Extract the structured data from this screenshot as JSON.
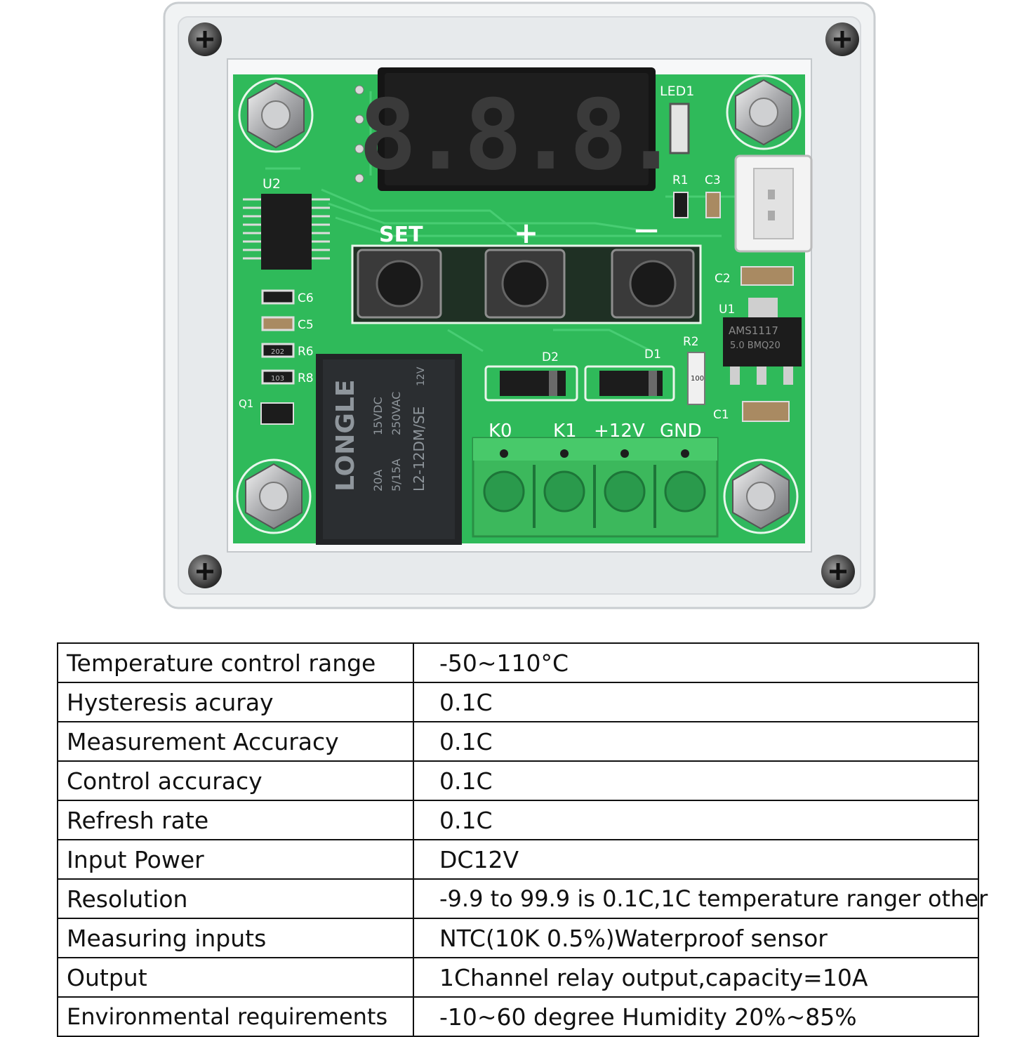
{
  "board": {
    "display_digits": "8.8.8.",
    "silkscreen": {
      "led": "LED1",
      "u2": "U2",
      "set": "SET",
      "plus": "+",
      "minus": "—",
      "c6": "C6",
      "c5": "C5",
      "r6": "R6",
      "r8": "R8",
      "q1": "Q1",
      "d2": "D2",
      "d1": "D1",
      "r2": "R2",
      "r1": "R1",
      "c3": "C3",
      "c2": "C2",
      "c1": "C1",
      "u1": "U1",
      "regulator": "AMS1117",
      "regulator_sub": "5.0 BMQ20",
      "r6_value": "202",
      "r8_value": "103",
      "r2_value": "100",
      "k0": "K0",
      "k1": "K1",
      "v12": "+12V",
      "gnd": "GND"
    },
    "relay": {
      "brand": "LONGLE",
      "line1": "15VDC",
      "line2": "250VAC",
      "line3": "L2-12DM/SE",
      "line4": "20A",
      "line5": "5/15A",
      "line6": "12V"
    },
    "colors": {
      "pcb": "#2fba5a",
      "terminal": "#3cb85c",
      "display": "#151515",
      "acrylic": "#eef0f1"
    }
  },
  "specs": [
    {
      "label": "Temperature control range",
      "value": "-50~110°C"
    },
    {
      "label": "Hysteresis acuray",
      "value": "0.1C"
    },
    {
      "label": "Measurement Accuracy",
      "value": "0.1C"
    },
    {
      "label": "Control accuracy",
      "value": "0.1C"
    },
    {
      "label": "Refresh rate",
      "value": "0.1C"
    },
    {
      "label": "Input Power",
      "value": "DC12V"
    },
    {
      "label": "Resolution",
      "value": "-9.9 to 99.9 is 0.1C,1C temperature ranger other"
    },
    {
      "label": "Measuring inputs",
      "value": "NTC(10K 0.5%)Waterproof sensor"
    },
    {
      "label": "Output",
      "value": "1Channel relay output,capacity=10A"
    },
    {
      "label": "Environmental requirements",
      "value": "-10~60 degree Humidity 20%~85%"
    }
  ]
}
